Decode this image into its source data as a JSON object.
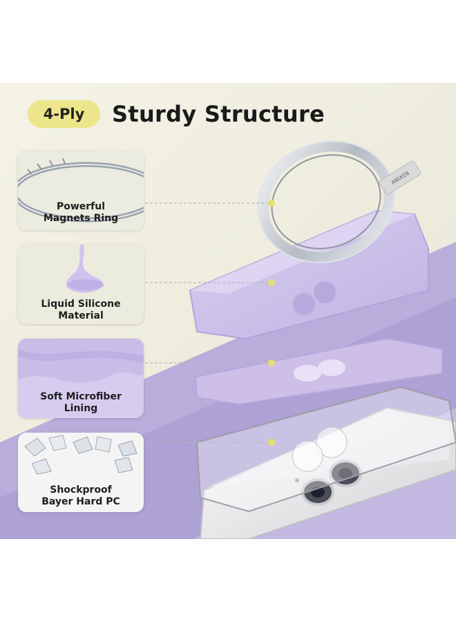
{
  "header": {
    "badge": "4-Ply",
    "title": "Sturdy Structure"
  },
  "layers": [
    {
      "label": "Powerful\nMagnets Ring",
      "icon": "magnet-ring-icon"
    },
    {
      "label": "Liquid Silicone\nMaterial",
      "icon": "silicone-drop-icon"
    },
    {
      "label": "Soft Microfiber\nLining",
      "icon": "microfiber-icon"
    },
    {
      "label": "Shockproof\nBayer Hard PC",
      "icon": "crystal-pc-icon"
    }
  ],
  "ring_tag": "ANGKEN",
  "colors": {
    "background": "#f1f0e2",
    "badge": "#ece58a",
    "lavender": "#cbbfe8",
    "purple_stripe": "#b3a7d6",
    "dot": "#e7e06a"
  }
}
